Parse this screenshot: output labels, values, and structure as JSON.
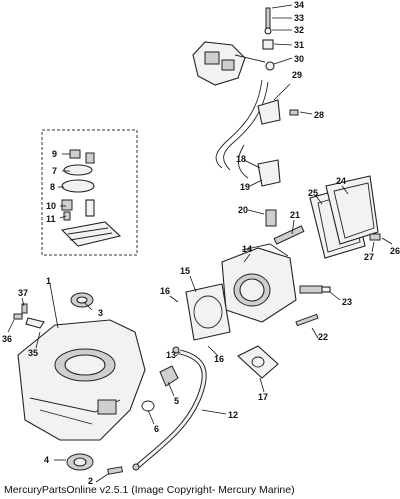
{
  "copyright": "MercuryPartsOnline v2.5.1 (Image Copyright- Mercury Marine)",
  "callouts": [
    "1",
    "2",
    "3",
    "4",
    "5",
    "6",
    "7",
    "8",
    "9",
    "10",
    "11",
    "12",
    "13",
    "14",
    "15",
    "16",
    "16",
    "17",
    "18",
    "19",
    "20",
    "21",
    "22",
    "23",
    "24",
    "25",
    "26",
    "27",
    "28",
    "29",
    "30",
    "31",
    "32",
    "33",
    "34",
    "35",
    "36",
    "37"
  ]
}
